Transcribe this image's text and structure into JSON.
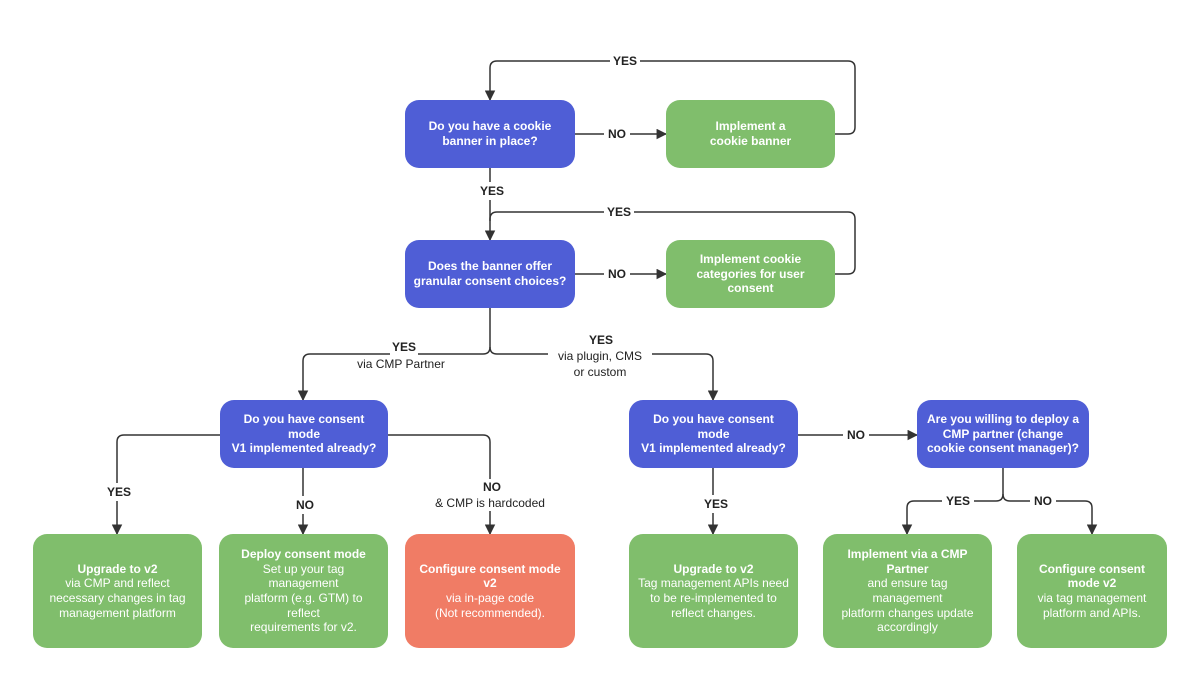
{
  "colors": {
    "question": "#4f5ed6",
    "action": "#80be6c",
    "warning": "#f07c65",
    "line": "#333333"
  },
  "nodes": {
    "q1": {
      "line1": "Do you have a cookie",
      "line2": "banner in place?"
    },
    "a1": {
      "line1": "Implement a",
      "line2": "cookie banner"
    },
    "q2": {
      "line1": "Does the banner offer",
      "line2": "granular consent choices?"
    },
    "a2": {
      "line1": "Implement cookie",
      "line2": "categories for user consent"
    },
    "q3": {
      "line1": "Do you have consent mode",
      "line2": "V1 implemented already?"
    },
    "q4": {
      "line1": "Do you have consent mode",
      "line2": "V1 implemented already?"
    },
    "q5": {
      "line1": "Are you willing to deploy a",
      "line2": "CMP partner (change",
      "line3": "cookie consent manager)?"
    },
    "o1": {
      "title": "Upgrade to v2",
      "line1": "via CMP and reflect",
      "line2": "necessary changes in tag",
      "line3": "management platform"
    },
    "o2": {
      "title": "Deploy consent mode",
      "line1": "Set up your tag management",
      "line2": "platform (e.g. GTM) to reflect",
      "line3": "requirements for v2."
    },
    "o3": {
      "title1": "Configure consent mode",
      "title2": "v2",
      "line1": "via in-page code",
      "line2": "(Not recommended)."
    },
    "o4": {
      "title": "Upgrade to v2",
      "line1": "Tag management APIs need",
      "line2": "to be re-implemented to",
      "line3": "reflect changes."
    },
    "o5": {
      "title1": "Implement via a CMP",
      "title2": "Partner",
      "line1": "and ensure tag management",
      "line2": "platform changes update",
      "line3": "accordingly"
    },
    "o6": {
      "title1": "Configure consent",
      "title2": "mode v2",
      "line1": "via tag management",
      "line2": "platform and APIs."
    }
  },
  "labels": {
    "yes_top1": "YES",
    "no_q1": "NO",
    "yes_q1_down": "YES",
    "yes_top2": "YES",
    "no_q2": "NO",
    "yes_cmp": "YES",
    "via_cmp": "via CMP Partner",
    "yes_plugin": "YES",
    "via_plugin1": "via plugin, CMS",
    "via_plugin2": "or custom",
    "yes_q3": "YES",
    "no_q3_mid": "NO",
    "no_q3_right": "NO",
    "cmp_hardcoded": "& CMP is hardcoded",
    "yes_q4": "YES",
    "no_q4": "NO",
    "yes_q5": "YES",
    "no_q5": "NO"
  }
}
